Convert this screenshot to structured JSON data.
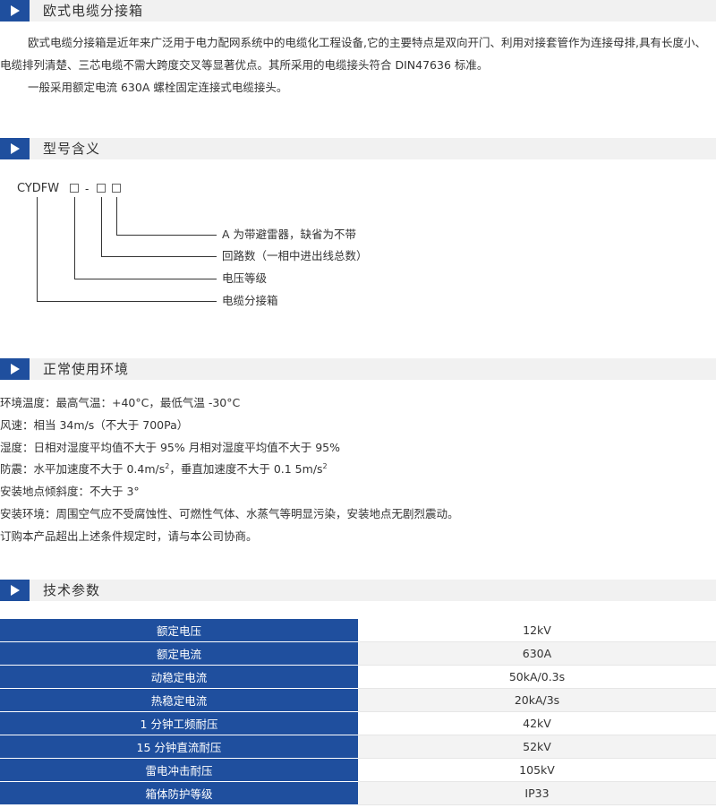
{
  "sections": {
    "s1": {
      "title": "欧式电缆分接箱"
    },
    "s2": {
      "title": "型号含义"
    },
    "s3": {
      "title": "正常使用环境"
    },
    "s4": {
      "title": "技术参数"
    }
  },
  "intro": {
    "p1": "欧式电缆分接箱是近年来广泛用于电力配网系统中的电缆化工程设备,它的主要特点是双向开门、利用对接套管作为连接母排,具有长度小、电缆排列清楚、三芯电缆不需大跨度交叉等显著优点。其所采用的电缆接头符合 DIN47636 标准。",
    "p2": "一般采用额定电流 630A 螺栓固定连接式电缆接头。"
  },
  "model": {
    "code": "CYDFW",
    "dash": "-",
    "labels": [
      "A 为带避雷器，缺省为不带",
      "回路数（一相中进出线总数）",
      "电压等级",
      "电缆分接箱"
    ]
  },
  "env": {
    "temp": "环境温度：最高气温：+40°C，最低气温 -30°C",
    "wind": "风速：相当 34m/s（不大于 700Pa）",
    "humidity": "湿度：日相对湿度平均值不大于 95% 月相对湿度平均值不大于 95%",
    "quake_a": "防震：水平加速度不大于 0.4m/s",
    "quake_sup": "2",
    "quake_b": "，垂直加速度不大于 0.1 5m/s",
    "tilt": "安装地点倾斜度：不大于 3°",
    "site": "安装环境：周围空气应不受腐蚀性、可燃性气体、水蒸气等明显污染，安装地点无剧烈震动。",
    "note": "订购本产品超出上述条件规定时，请与本公司协商。"
  },
  "specs": [
    {
      "name": "额定电压",
      "value": "12kV"
    },
    {
      "name": "额定电流",
      "value": "630A"
    },
    {
      "name": "动稳定电流",
      "value": "50kA/0.3s"
    },
    {
      "name": "热稳定电流",
      "value": "20kA/3s"
    },
    {
      "name": "1 分钟工频耐压",
      "value": "42kV"
    },
    {
      "name": "15 分钟直流耐压",
      "value": "52kV"
    },
    {
      "name": "雷电冲击耐压",
      "value": "105kV"
    },
    {
      "name": "箱体防护等级",
      "value": "IP33"
    }
  ]
}
